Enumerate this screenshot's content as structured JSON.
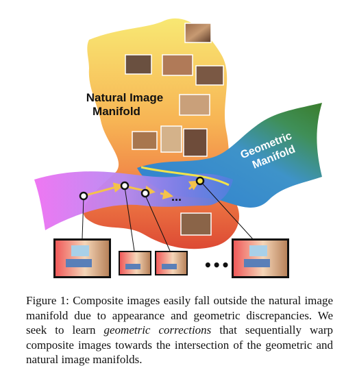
{
  "figure": {
    "natural_manifold_label_line1": "Natural Image",
    "natural_manifold_label_line2": "Manifold",
    "geometric_manifold_label_line1": "Geometric",
    "geometric_manifold_label_line2": "Manifold",
    "ellipsis": "...",
    "bottom_ellipsis": "•••",
    "colors": {
      "natural_top": "#f7e56a",
      "natural_mid": "#f6a04a",
      "natural_bottom": "#e04a35",
      "geometric_dark": "#3a8a3a",
      "geometric_blue": "#3f8fd4",
      "path_magenta": "#e86af0",
      "path_purple": "#a08ff0",
      "intersection_line": "#f2e34a",
      "arrow": "#f4c24a"
    }
  },
  "caption": {
    "label": "Figure 1:",
    "part1": " Composite images easily fall outside the natural image manifold due to appearance and geometric discrepancies. We seek to learn ",
    "emphasis": "geometric corrections",
    "part2": " that sequentially warp composite images towards the intersection of the geometric and natural image manifolds."
  }
}
